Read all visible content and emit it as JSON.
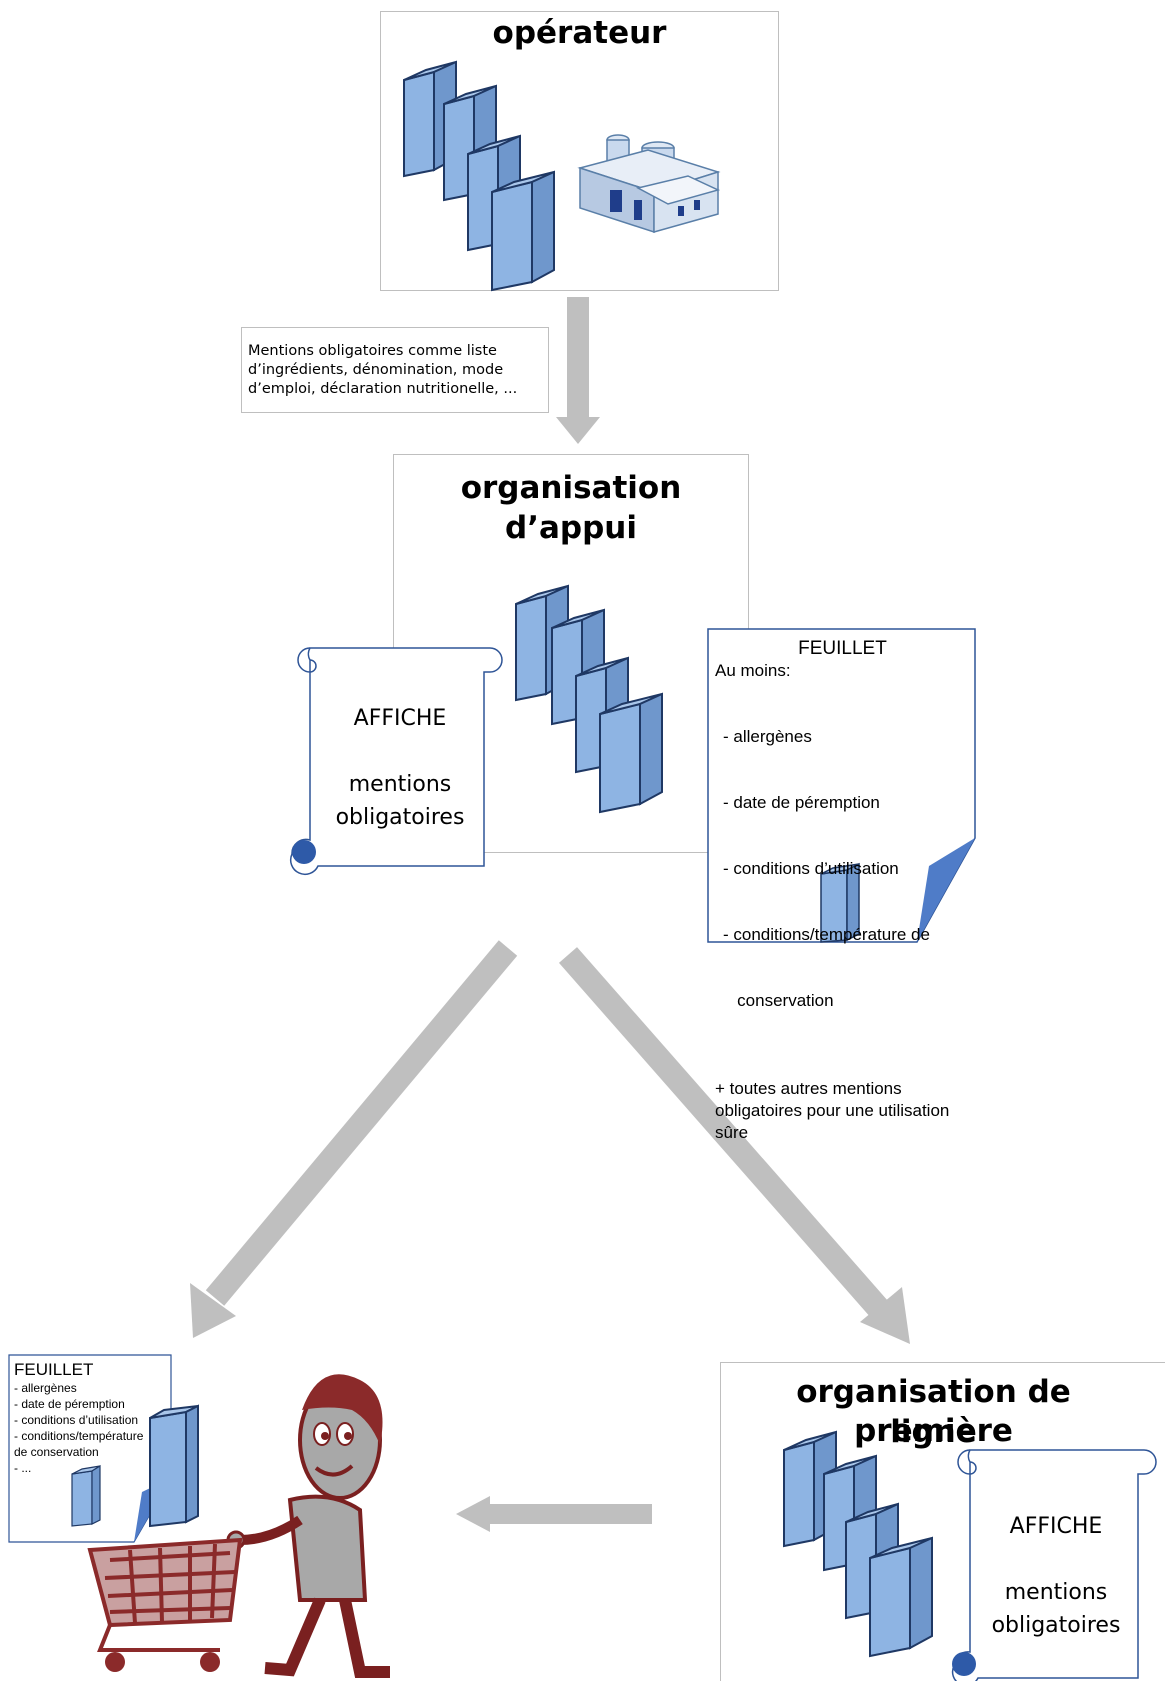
{
  "operator": {
    "title": "opérateur",
    "icon": "factory-icon",
    "products": "product-boxes-icon"
  },
  "mentions_note": {
    "text": "Mentions obligatoires comme liste d’ingrédients, dénomination, mode d’emploi, déclaration nutritionelle, ..."
  },
  "support_org": {
    "title_line1": "organisation",
    "title_line2": "d’appui"
  },
  "poster_support": {
    "title": "AFFICHE",
    "line1": "mentions",
    "line2": "obligatoires"
  },
  "leaflet_support": {
    "title": "FEUILLET",
    "intro": "Au moins:",
    "items": [
      "- allergènes",
      "- date de péremption",
      "- conditions d’utilisation",
      "- conditions/température de",
      "   conservation"
    ],
    "extra_1": "+ toutes autres mentions",
    "extra_2": "obligatoires pour une utilisation",
    "extra_3": "sûre"
  },
  "leaflet_consumer": {
    "title": "FEUILLET",
    "items": [
      "- allergènes",
      "- date de péremption",
      "- conditions d’utilisation",
      "- conditions/température",
      "de conservation",
      "- ..."
    ]
  },
  "frontline_org": {
    "title_line1": "organisation de première",
    "title_line2": "ligne"
  },
  "poster_frontline": {
    "title": "AFFICHE",
    "line1": "mentions",
    "line2": "obligatoires"
  },
  "colors": {
    "arrow": "#bfbfbf",
    "box_fill": "#8eb4e3",
    "box_stroke": "#1f3864",
    "doc_border": "#2f5597",
    "shopper": "#8b2a2a"
  }
}
